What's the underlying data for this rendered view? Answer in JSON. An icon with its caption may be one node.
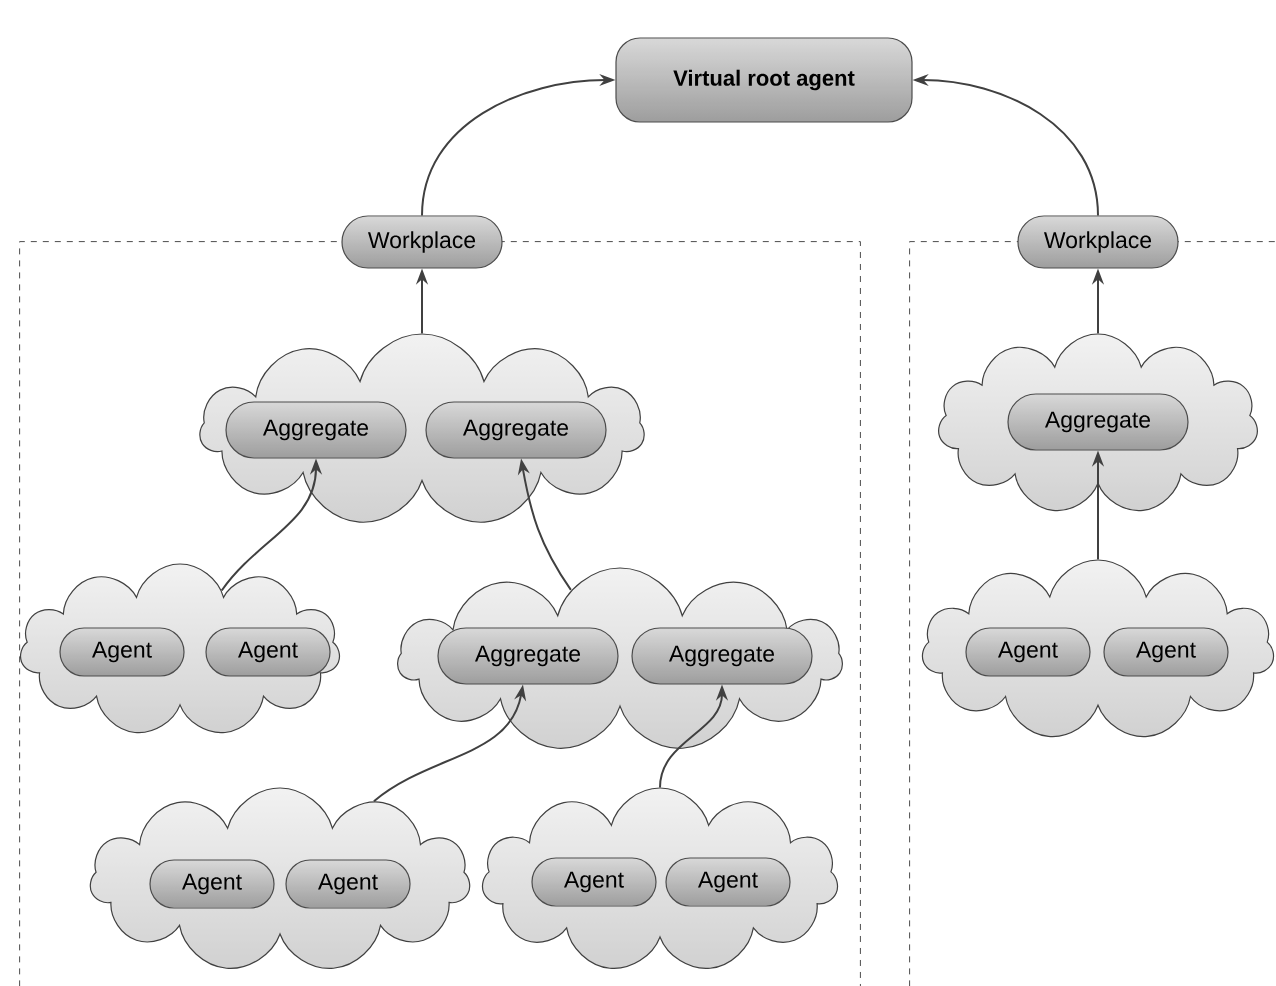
{
  "diagram": {
    "nodes": [
      {
        "text": [
          "Virtual root agent"
        ]
      },
      {
        "text": [],
        "shape": "box"
      },
      {
        "text": [
          "Workplace"
        ]
      },
      {
        "text": [],
        "shape": "cloud",
        "in": 1
      },
      {
        "text": [
          "Aggregate"
        ],
        "in": 3
      },
      {
        "text": [
          "Aggregate"
        ],
        "in": 3
      },
      {
        "text": [],
        "shape": "cloud",
        "in": 1
      },
      {
        "text": [
          "Agent"
        ],
        "in": 6
      },
      {
        "text": [
          "Agent"
        ],
        "in": 6
      },
      {
        "text": [],
        "shape": "cloud",
        "in": 1
      },
      {
        "text": [
          "Aggregate"
        ],
        "in": 9
      },
      {
        "text": [
          "Aggregate"
        ],
        "in": 9
      },
      {
        "text": [],
        "shape": "cloud",
        "in": 1
      },
      {
        "text": [
          "Agent"
        ],
        "in": 12
      },
      {
        "text": [
          "Agent"
        ],
        "in": 12
      },
      {
        "text": [],
        "shape": "cloud",
        "in": 1
      },
      {
        "text": [
          "Agent"
        ],
        "in": 15
      },
      {
        "text": [
          "Agent"
        ],
        "in": 15
      },
      {
        "text": [],
        "shape": "box"
      },
      {
        "text": [
          "Workplace"
        ]
      },
      {
        "text": [],
        "shape": "cloud",
        "in": 18
      },
      {
        "text": [
          "Aggregate"
        ],
        "in": 20
      },
      {
        "text": [],
        "shape": "cloud",
        "in": 18
      },
      {
        "text": [
          "Agent"
        ],
        "in": 22
      },
      {
        "text": [
          "Agent"
        ],
        "in": 22
      }
    ],
    "edges": [
      {
        "from": 2,
        "to": 0,
        "arrow": "to"
      },
      {
        "from": 19,
        "to": 0,
        "arrow": "to"
      },
      {
        "from": 3,
        "to": 2,
        "arrow": "to"
      },
      {
        "from": 6,
        "to": 4,
        "arrow": "to"
      },
      {
        "from": 9,
        "to": 5,
        "arrow": "to"
      },
      {
        "from": 12,
        "to": 10,
        "arrow": "to"
      },
      {
        "from": 15,
        "to": 11,
        "arrow": "to"
      },
      {
        "from": 20,
        "to": 19,
        "arrow": "to"
      },
      {
        "from": 22,
        "to": 21,
        "arrow": "to"
      }
    ]
  }
}
